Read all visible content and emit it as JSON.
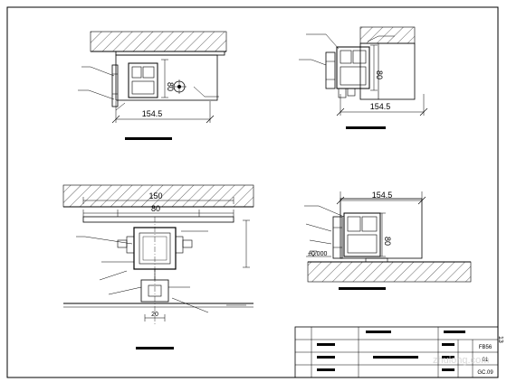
{
  "drawings": {
    "top_left": {
      "dim_width": "154.5",
      "dim_height": "80"
    },
    "top_right": {
      "dim_width": "154.5",
      "dim_height": "80"
    },
    "bottom_left": {
      "dim_total": "150",
      "dim_mid": "80",
      "dim_depth": "20"
    },
    "bottom_right": {
      "dim_width": "154.5",
      "dim_height": "80",
      "level": "±0.000"
    }
  },
  "title_block": {
    "code_1": "FB56",
    "code_2": "01",
    "code_3": "GC.09"
  },
  "sheet_number": "13",
  "watermark": "zhulong.com"
}
